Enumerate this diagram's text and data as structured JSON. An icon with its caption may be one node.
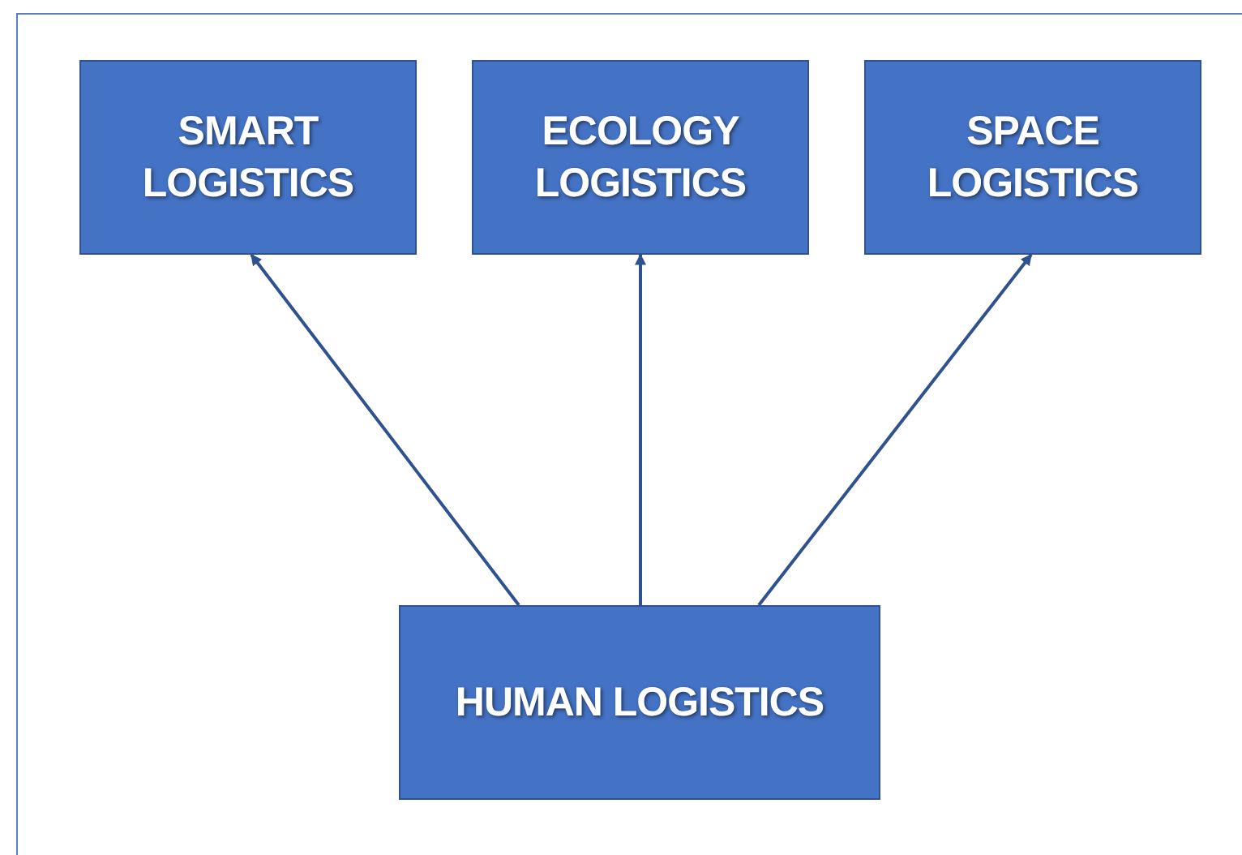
{
  "diagram": {
    "nodes": [
      {
        "text": [
          "SMART LOGISTICS"
        ]
      },
      {
        "text": [
          "ECOLOGY LOGISTICS"
        ]
      },
      {
        "text": [
          "SPACE LOGISTICS"
        ]
      },
      {
        "text": [
          "HUMAN LOGISTICS"
        ]
      }
    ],
    "edges": [
      {
        "from": 3,
        "to": 0,
        "arrow": "to"
      },
      {
        "from": 3,
        "to": 1,
        "arrow": "to"
      },
      {
        "from": 3,
        "to": 2,
        "arrow": "to"
      }
    ]
  }
}
